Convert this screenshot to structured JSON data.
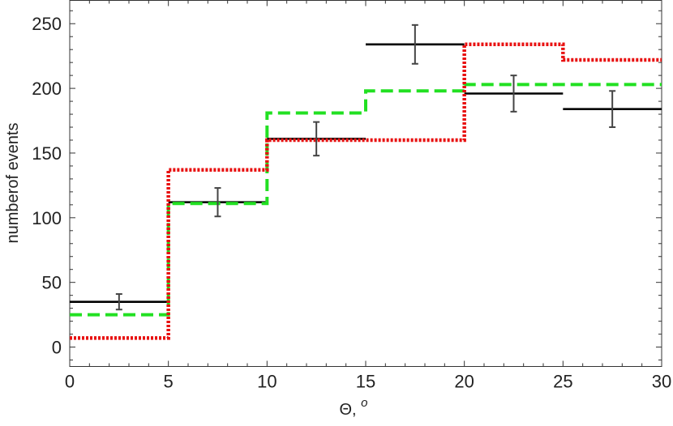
{
  "chart_data": {
    "type": "line",
    "style": "step histogram with error bars",
    "xlabel": "Θ, ",
    "xlabel_superscript": "o",
    "ylabel": "numberof events",
    "xlim": [
      0,
      30
    ],
    "ylim": [
      -15,
      268
    ],
    "x_ticks": [
      0,
      5,
      10,
      15,
      20,
      25,
      30
    ],
    "y_ticks": [
      0,
      50,
      100,
      150,
      200,
      250
    ],
    "grid": false,
    "legend": "none",
    "bin_edges": [
      0,
      5,
      10,
      15,
      20,
      25,
      30
    ],
    "series": [
      {
        "line_style": "solid",
        "color": "#000000",
        "values": [
          35,
          112,
          161,
          234,
          196,
          184
        ]
      },
      {
        "line_style": "dashed",
        "color": "#22e022",
        "values": [
          25,
          111,
          181,
          198,
          203,
          203
        ]
      },
      {
        "line_style": "dotted",
        "color": "#e81010",
        "values": [
          7,
          137,
          160,
          160,
          234,
          222
        ]
      }
    ],
    "error_bars": {
      "color": "#444444",
      "x": [
        2.5,
        7.5,
        12.5,
        17.5,
        22.5,
        27.5
      ],
      "y": [
        35,
        112,
        161,
        234,
        196,
        184
      ],
      "yerr": [
        6,
        11,
        13,
        15,
        14,
        14
      ]
    }
  }
}
